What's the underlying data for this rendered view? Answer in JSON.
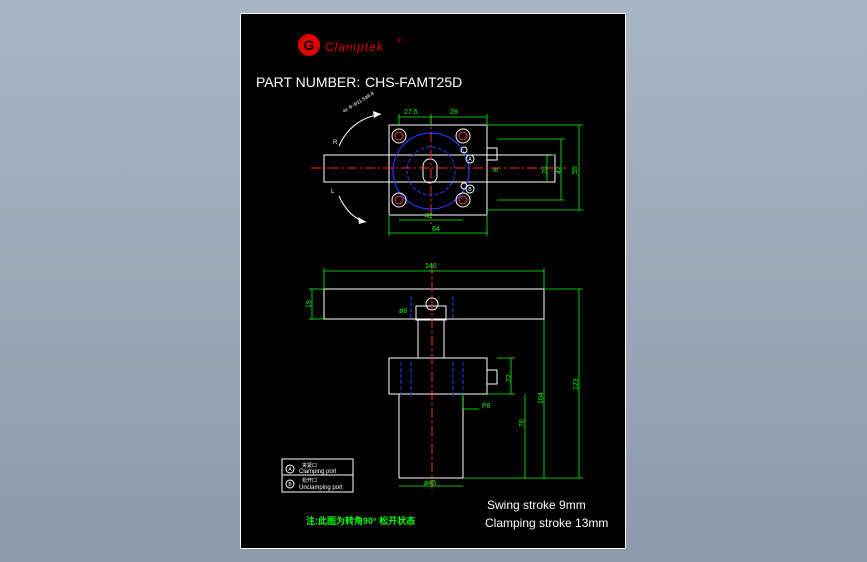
{
  "brand": {
    "logo_letter": "G",
    "name": "Clamptek",
    "mark": "®"
  },
  "part_number": {
    "label": "PART NUMBER:",
    "value": "CHS-FAMT25D"
  },
  "top_view": {
    "angle_note": "4x Φ-Φ11.5ø6.8",
    "dim_27_5": "27.5",
    "dim_28": "28",
    "dim_42": "42",
    "dim_64": "64",
    "dim_20": "20",
    "dim_42v": "42",
    "dim_55": "55",
    "dim_8": "8",
    "label_r": "R",
    "label_l": "L",
    "label_a": "A",
    "label_b": "B"
  },
  "side_view": {
    "dim_140": "140",
    "dim_19": "19",
    "dim_phi8": "ø8",
    "dim_22": "22",
    "dim_p8": "P8",
    "dim_76": "76",
    "dim_104": "104",
    "dim_123": "123",
    "dim_phi45": "ø45"
  },
  "legend": {
    "row1_cn": "夹紧口",
    "row1_en": "Clamping port",
    "row2_cn": "松开口",
    "row2_en": "Unclamping port"
  },
  "note": "注:此图为转角90° 松开状态",
  "specs": {
    "swing": "Swing stroke 9mm",
    "clamping": "Clamping stroke 13mm"
  },
  "colors": {
    "background": "#000000",
    "outline": "#ffffff",
    "dimension": "#00ff00",
    "centerline": "#ff2a2a",
    "hidden": "#1f3fff",
    "logo": "#e00000"
  }
}
